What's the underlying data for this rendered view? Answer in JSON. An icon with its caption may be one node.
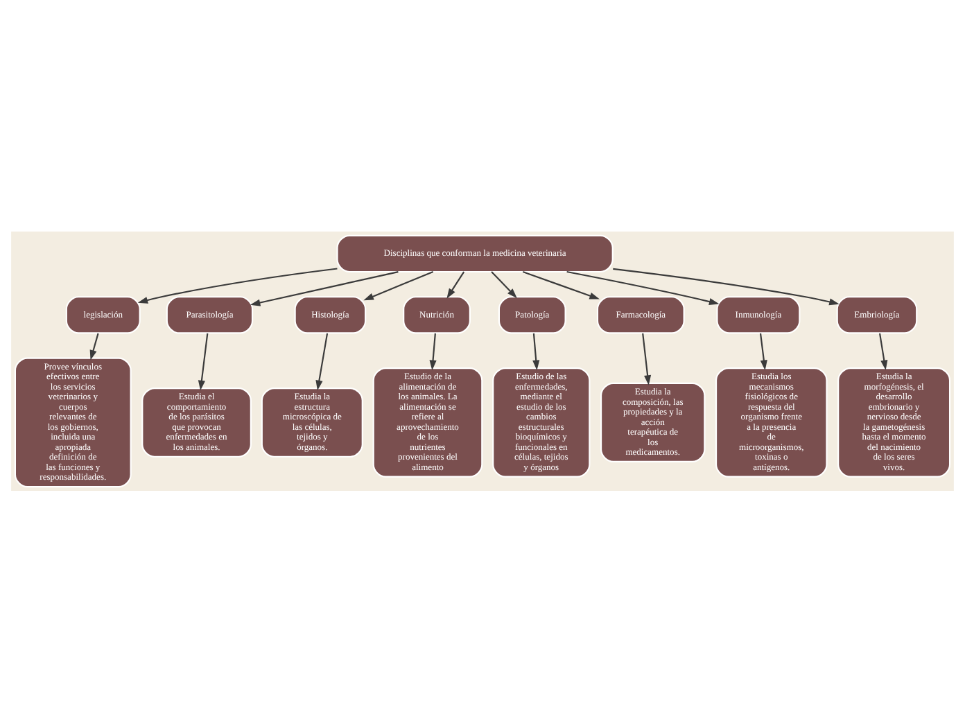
{
  "diagram": {
    "nodes": [
      {
        "text": [
          "Disciplinas que conforman la medicina veterinaria"
        ]
      },
      {
        "text": [
          "legislación"
        ]
      },
      {
        "text": [
          "Provee vínculos efectivos entre los servicios veterinarios y cuerpos relevantes de los gobiernos, incluida una apropiada definición de las funciones y responsabilidades."
        ]
      },
      {
        "text": [
          "Parasitología"
        ]
      },
      {
        "text": [
          "Estudia el comportamiento de los parásitos que provocan enfermedades en los animales."
        ]
      },
      {
        "text": [
          "Histología"
        ]
      },
      {
        "text": [
          "Estudia la estructura microscópica de las células, tejidos y órganos."
        ]
      },
      {
        "text": [
          "Nutrición"
        ]
      },
      {
        "text": [
          "Estudio de la alimentación de los animales. La alimentación se refiere al aprovechamiento de los nutrientes provenientes del alimento"
        ]
      },
      {
        "text": [
          "Patología"
        ]
      },
      {
        "text": [
          "Estudio de las enfermedades, mediante el estudio de los cambios estructurales bioquímicos y funcionales en células, tejidos y órganos"
        ]
      },
      {
        "text": [
          "Farmacología"
        ]
      },
      {
        "text": [
          "Estudia la composición, las propiedades y la acción terapéutica de los medicamentos."
        ]
      },
      {
        "text": [
          "Inmunología"
        ]
      },
      {
        "text": [
          "Estudia los mecanismos fisiológicos de respuesta del organismo frente a la presencia de microorganismos, toxinas o antígenos."
        ]
      },
      {
        "text": [
          "Embriología"
        ]
      },
      {
        "text": [
          "Estudia la morfogénesis, el desarrollo embrionario y nervioso desde la gametogénesis hasta el momento del nacimiento de los seres vivos."
        ]
      }
    ],
    "edges": [
      {
        "from": 0,
        "to": 1,
        "arrow": "to"
      },
      {
        "from": 1,
        "to": 2,
        "arrow": "to"
      },
      {
        "from": 0,
        "to": 3,
        "arrow": "to"
      },
      {
        "from": 3,
        "to": 4,
        "arrow": "to"
      },
      {
        "from": 0,
        "to": 5,
        "arrow": "to"
      },
      {
        "from": 5,
        "to": 6,
        "arrow": "to"
      },
      {
        "from": 0,
        "to": 7,
        "arrow": "to"
      },
      {
        "from": 7,
        "to": 8,
        "arrow": "to"
      },
      {
        "from": 0,
        "to": 9,
        "arrow": "to"
      },
      {
        "from": 9,
        "to": 10,
        "arrow": "to"
      },
      {
        "from": 0,
        "to": 11,
        "arrow": "to"
      },
      {
        "from": 11,
        "to": 12,
        "arrow": "to"
      },
      {
        "from": 0,
        "to": 13,
        "arrow": "to"
      },
      {
        "from": 13,
        "to": 14,
        "arrow": "to"
      },
      {
        "from": 0,
        "to": 15,
        "arrow": "to"
      },
      {
        "from": 15,
        "to": 16,
        "arrow": "to"
      }
    ]
  }
}
